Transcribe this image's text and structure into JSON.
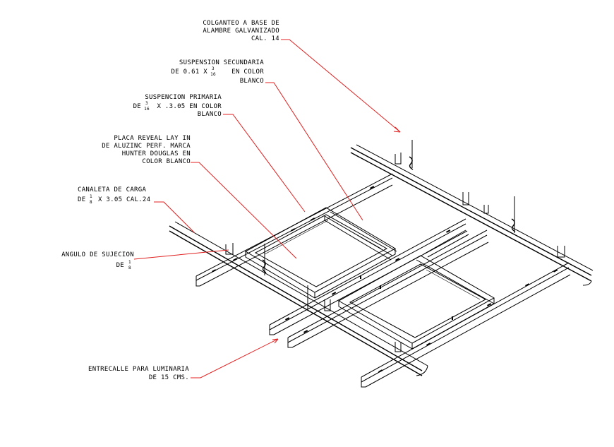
{
  "labels": {
    "colganteo_1": "COLGANTEO A BASE DE",
    "colganteo_2": "ALAMBRE GALVANIZADO",
    "colganteo_3": "CAL. 14",
    "sec_1": "SUSPENSION SECUNDARIA",
    "sec_2a": "DE 0.61 X",
    "sec_2b": "EN COLOR",
    "sec_3": "BLANCO",
    "prim_1": "SUSPENCION PRIMARIA",
    "prim_2a": "DE",
    "prim_2b": "X .3.05 EN COLOR",
    "prim_3": "BLANCO",
    "placa_1": "PLACA REVEAL LAY IN",
    "placa_2": "DE ALUZINC PERF. MARCA",
    "placa_3": "HUNTER DOUGLAS EN",
    "placa_4": "COLOR BLANCO",
    "canaleta_1": "CANALETA DE CARGA",
    "canaleta_2a": "DE",
    "canaleta_2b": "X 3.05 CAL.24",
    "angulo_1": "ANGULO DE SUJECION",
    "angulo_2": "DE",
    "entre_1": "ENTRECALLE PARA LUMINARIA",
    "entre_2": "DE 15 CMS."
  },
  "fractions": {
    "three_sixteenths_num": "3",
    "three_sixteenths_den": "16",
    "one_eighth_num": "1",
    "one_eighth_den": "8"
  },
  "colors": {
    "leader": "#e02020",
    "linework": "#000000",
    "background": "#ffffff"
  }
}
